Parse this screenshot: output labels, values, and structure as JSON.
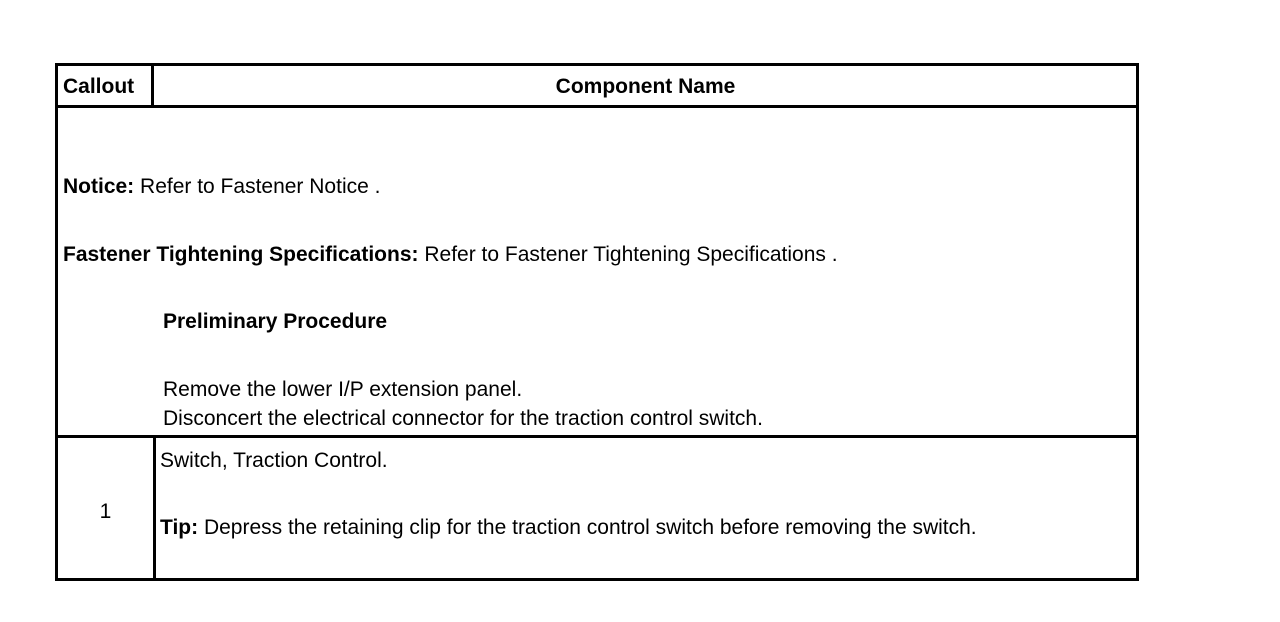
{
  "table": {
    "header": {
      "callout": "Callout",
      "component_name": "Component Name"
    },
    "intro": {
      "notice_label": "Notice:",
      "notice_text": " Refer to Fastener Notice .",
      "spec_label": "Fastener Tightening Specifications:",
      "spec_text": " Refer to Fastener Tightening Specifications .",
      "preliminary_heading": "Preliminary Procedure",
      "steps": [
        "Remove the lower I/P extension panel.",
        "Disconcert the electrical connector for the traction control switch."
      ]
    },
    "rows": [
      {
        "callout": "1",
        "component": "Switch, Traction Control.",
        "tip_label": "Tip:",
        "tip_text": " Depress the retaining clip for the traction control switch before removing the switch."
      }
    ]
  }
}
